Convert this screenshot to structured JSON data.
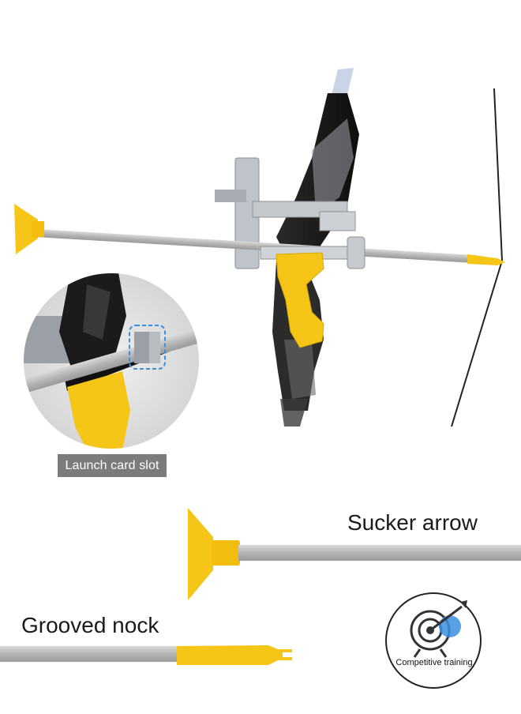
{
  "labels": {
    "launch_card_slot": "Launch card slot",
    "sucker_arrow": "Sucker arrow",
    "grooved_nock": "Grooved nock",
    "competitive_training": "Competitive training"
  },
  "colors": {
    "yellow": "#f5c518",
    "bow_black": "#1e1e1e",
    "shaft_gray": "#bdbdbd",
    "tag_gray": "#7b7b7b",
    "badge_blue": "#3b8fe0"
  },
  "icons": [
    "target-icon"
  ]
}
